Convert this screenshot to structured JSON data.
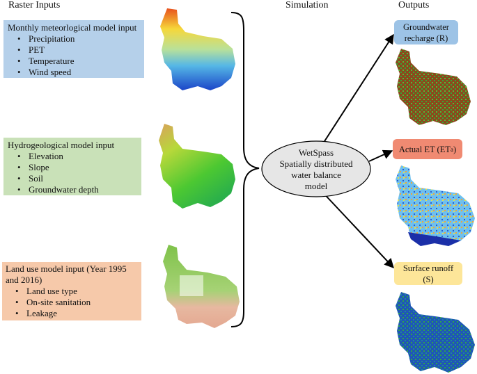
{
  "headers": {
    "raster_inputs": "Raster Inputs",
    "simulation": "Simulation",
    "outputs": "Outputs"
  },
  "inputs": {
    "meteo": {
      "title": "Monthly meteorlogical model input",
      "items": [
        "Precipitation",
        "PET",
        "Temperature",
        "Wind speed"
      ],
      "color": "#b5d0ea"
    },
    "hydro": {
      "title": "Hydrogeological model input",
      "items": [
        "Elevation",
        "Slope",
        "Soil",
        "Groundwater depth"
      ],
      "color": "#c9e1b8"
    },
    "landuse": {
      "title_line1": "Land use model input (Year 1995",
      "title_line2": "and 2016)",
      "items": [
        "Land use type",
        "On-site sanitation",
        "Leakage"
      ],
      "color": "#f6c9aa"
    }
  },
  "model": {
    "line1": "WetSpass",
    "line2": "Spatially distributed",
    "line3": "water balance",
    "line4": "model"
  },
  "outputs": {
    "recharge": {
      "line1": "Groundwater",
      "line2": "recharge (R)",
      "color": "#9dc3e6"
    },
    "et": {
      "prefix": "Actual ET (ET",
      "sub": "a",
      "suffix": ")",
      "color": "#f08a72"
    },
    "runoff": {
      "line1": "Surface runoff",
      "line2": "(S)",
      "color": "#fde699"
    }
  }
}
